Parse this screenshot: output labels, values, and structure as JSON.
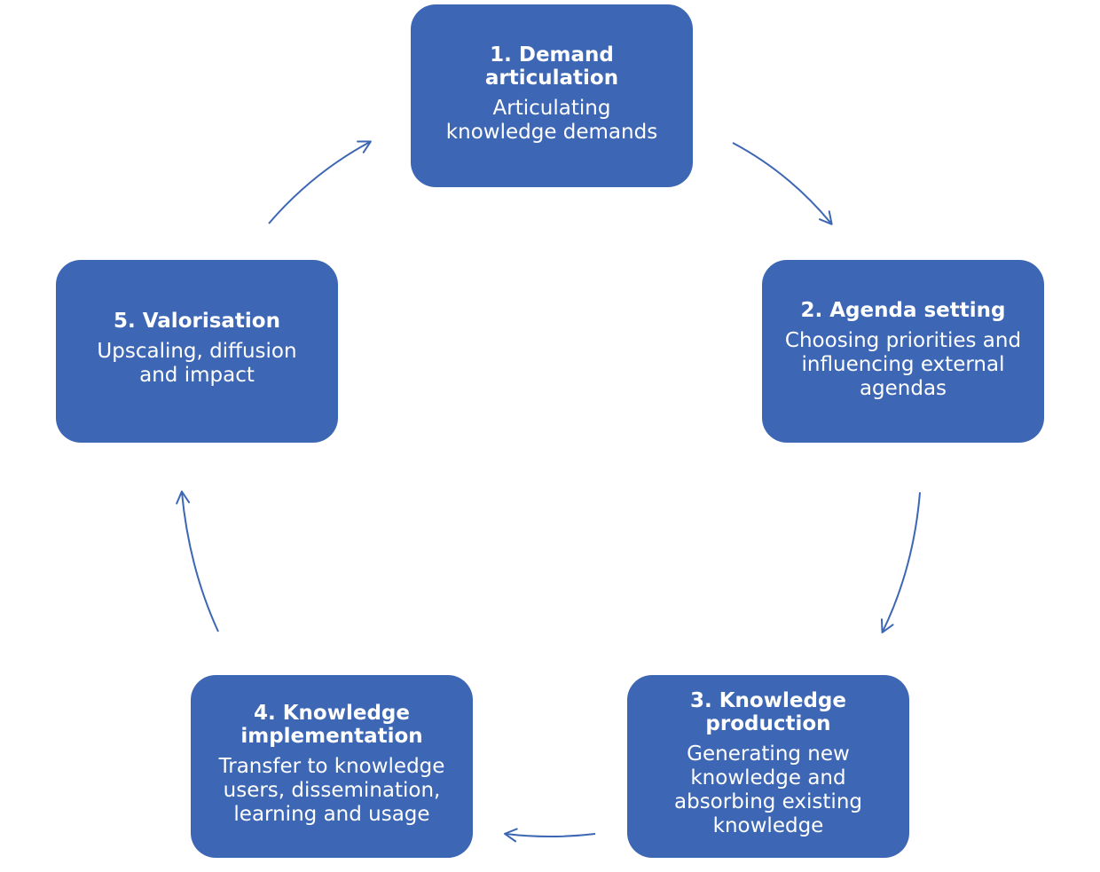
{
  "colors": {
    "box_fill": "#3d67b4",
    "arrow": "#3d67b4",
    "text": "#ffffff",
    "background": "#ffffff"
  },
  "steps": [
    {
      "title": "1. Demand\narticulation",
      "description": "Articulating\nknowledge demands"
    },
    {
      "title": "2. Agenda setting",
      "description": "Choosing priorities and\ninfluencing external\nagendas"
    },
    {
      "title": "3. Knowledge\nproduction",
      "description": "Generating new\nknowledge and\nabsorbing existing\nknowledge"
    },
    {
      "title": "4. Knowledge\nimplementation",
      "description": "Transfer to knowledge\nusers, dissemination,\nlearning and usage"
    },
    {
      "title": "5. Valorisation",
      "description": "Upscaling, diffusion\nand impact"
    }
  ],
  "arrows": [
    {
      "from": "1. Demand articulation",
      "to": "2. Agenda setting"
    },
    {
      "from": "2. Agenda setting",
      "to": "3. Knowledge production"
    },
    {
      "from": "3. Knowledge production",
      "to": "4. Knowledge implementation"
    },
    {
      "from": "4. Knowledge implementation",
      "to": "5. Valorisation"
    },
    {
      "from": "5. Valorisation",
      "to": "1. Demand articulation"
    }
  ]
}
